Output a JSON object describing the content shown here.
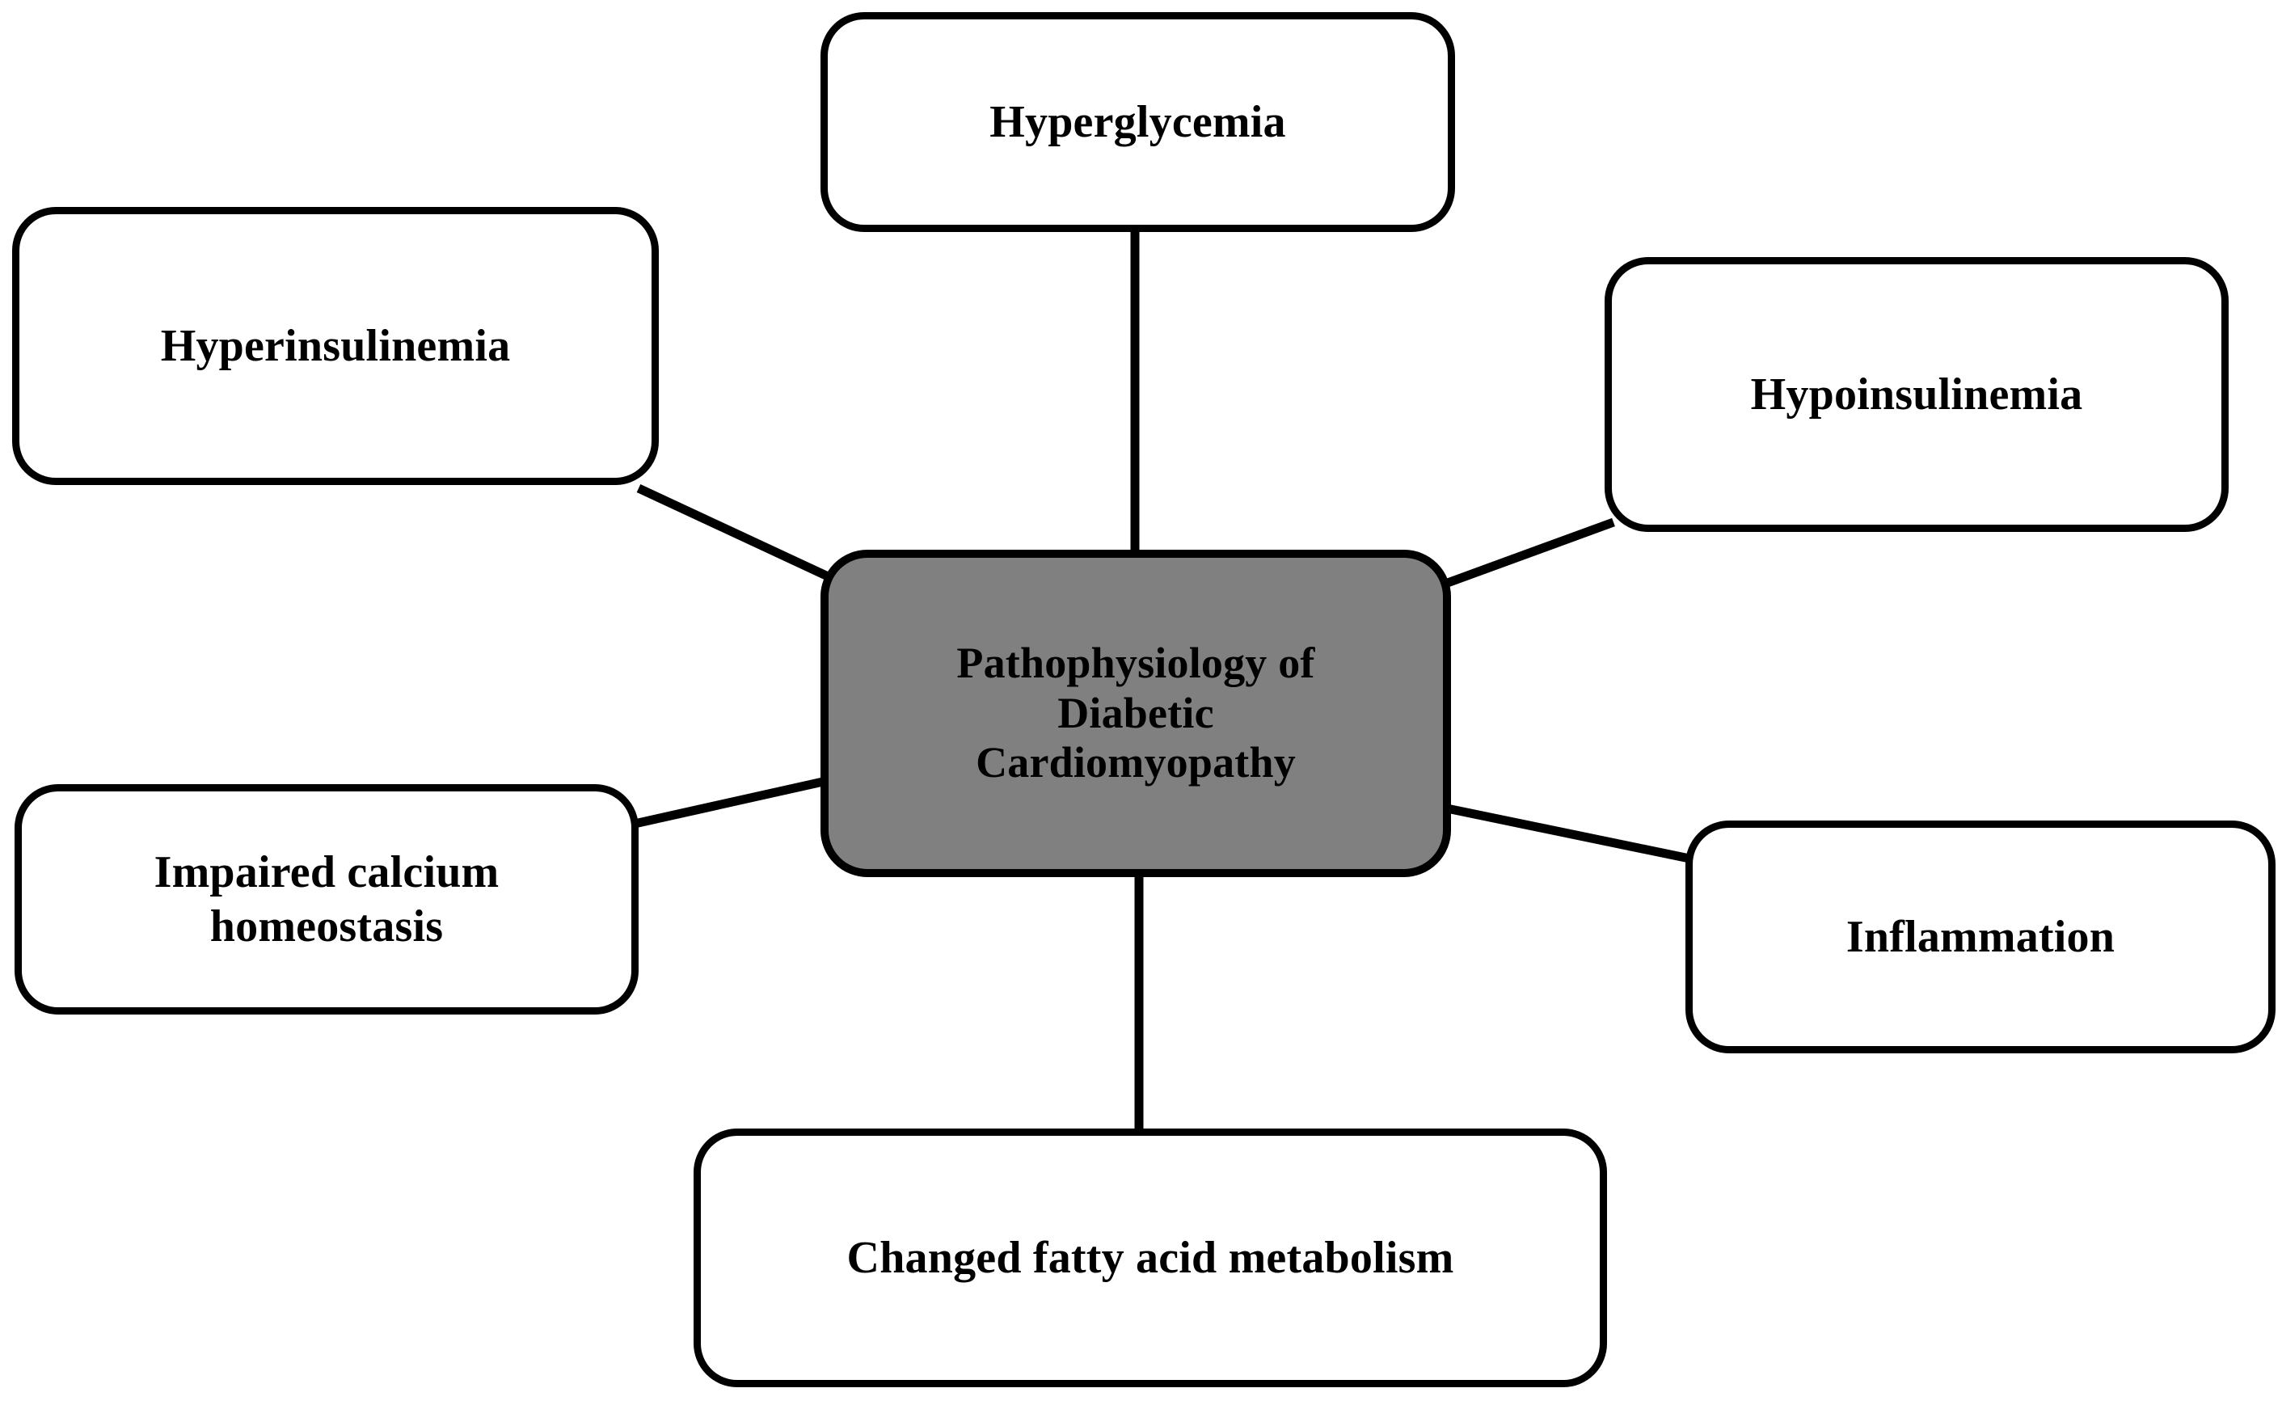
{
  "diagram": {
    "type": "hub-and-spoke concept map",
    "background_color": "#ffffff",
    "center": {
      "label": "Pathophysiology of\nDiabetic\nCardiomyopathy",
      "fill_color": "#808080",
      "border_color": "#000000",
      "text_color": "#000000"
    },
    "nodes": [
      {
        "id": "hyperglycemia",
        "label": "Hyperglycemia",
        "position": "top",
        "fill_color": "#ffffff",
        "border_color": "#000000"
      },
      {
        "id": "hyperinsulinemia",
        "label": "Hyperinsulinemia",
        "position": "upper-left",
        "fill_color": "#ffffff",
        "border_color": "#000000"
      },
      {
        "id": "hypoinsulinemia",
        "label": "Hypoinsulinemia",
        "position": "upper-right",
        "fill_color": "#ffffff",
        "border_color": "#000000"
      },
      {
        "id": "impaired-calcium-homeostasis",
        "label": "Impaired calcium\nhomeostasis",
        "position": "lower-left",
        "fill_color": "#ffffff",
        "border_color": "#000000"
      },
      {
        "id": "inflammation",
        "label": "Inflammation",
        "position": "lower-right",
        "fill_color": "#ffffff",
        "border_color": "#000000"
      },
      {
        "id": "changed-fatty-acid-metabolism",
        "label": "Changed fatty acid metabolism",
        "position": "bottom",
        "fill_color": "#ffffff",
        "border_color": "#000000"
      }
    ],
    "edges": [
      {
        "from": "center",
        "to": "hyperglycemia",
        "style": "solid",
        "color": "#000000"
      },
      {
        "from": "center",
        "to": "hyperinsulinemia",
        "style": "solid",
        "color": "#000000"
      },
      {
        "from": "center",
        "to": "hypoinsulinemia",
        "style": "solid",
        "color": "#000000"
      },
      {
        "from": "center",
        "to": "impaired-calcium-homeostasis",
        "style": "solid",
        "color": "#000000"
      },
      {
        "from": "center",
        "to": "inflammation",
        "style": "solid",
        "color": "#000000"
      },
      {
        "from": "center",
        "to": "changed-fatty-acid-metabolism",
        "style": "solid",
        "color": "#000000"
      }
    ]
  }
}
